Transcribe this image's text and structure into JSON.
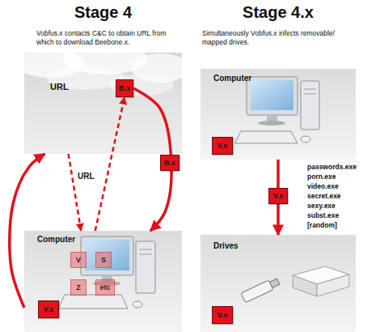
{
  "diagram": {
    "nodes": [
      {
        "text": [
          "URL"
        ]
      },
      {
        "text": [
          "B.x"
        ],
        "in": 0
      },
      {
        "text": [
          "Computer"
        ]
      },
      {
        "text": [
          "V"
        ],
        "in": 2
      },
      {
        "text": [
          "S"
        ],
        "in": 2
      },
      {
        "text": [
          "Z"
        ],
        "in": 2
      },
      {
        "text": [
          "etc"
        ],
        "in": 2
      },
      {
        "text": [
          "V.x"
        ],
        "in": 2
      },
      {
        "text": [
          "Computer"
        ]
      },
      {
        "text": [
          "V.x"
        ],
        "in": 8
      },
      {
        "text": [
          "Drives"
        ]
      },
      {
        "text": [
          "V.x"
        ],
        "in": 10
      }
    ],
    "edges": [
      {
        "from": 2,
        "to": 0,
        "arrow": "to"
      },
      {
        "from": 0,
        "to": 2,
        "arrow": "to",
        "label": "URL"
      },
      {
        "from": 2,
        "to": 1,
        "arrow": "to"
      },
      {
        "from": 1,
        "to": 2,
        "arrow": "to",
        "label": "B.x"
      },
      {
        "from": 8,
        "to": 10,
        "arrow": "to",
        "label": "V.x"
      }
    ],
    "labels": [
      "Stage 4",
      "Vobfus.x contacts C&C to obtain URL from which to download Beebone.x.",
      "Stage 4.x",
      "Simultaneously Vobfus.x infects removable/ mapped drives.",
      "passwords.exe",
      "porn.exe",
      "video.exe",
      "secret.exe",
      "sexy.exe",
      "subst.exe",
      "[random]"
    ]
  }
}
